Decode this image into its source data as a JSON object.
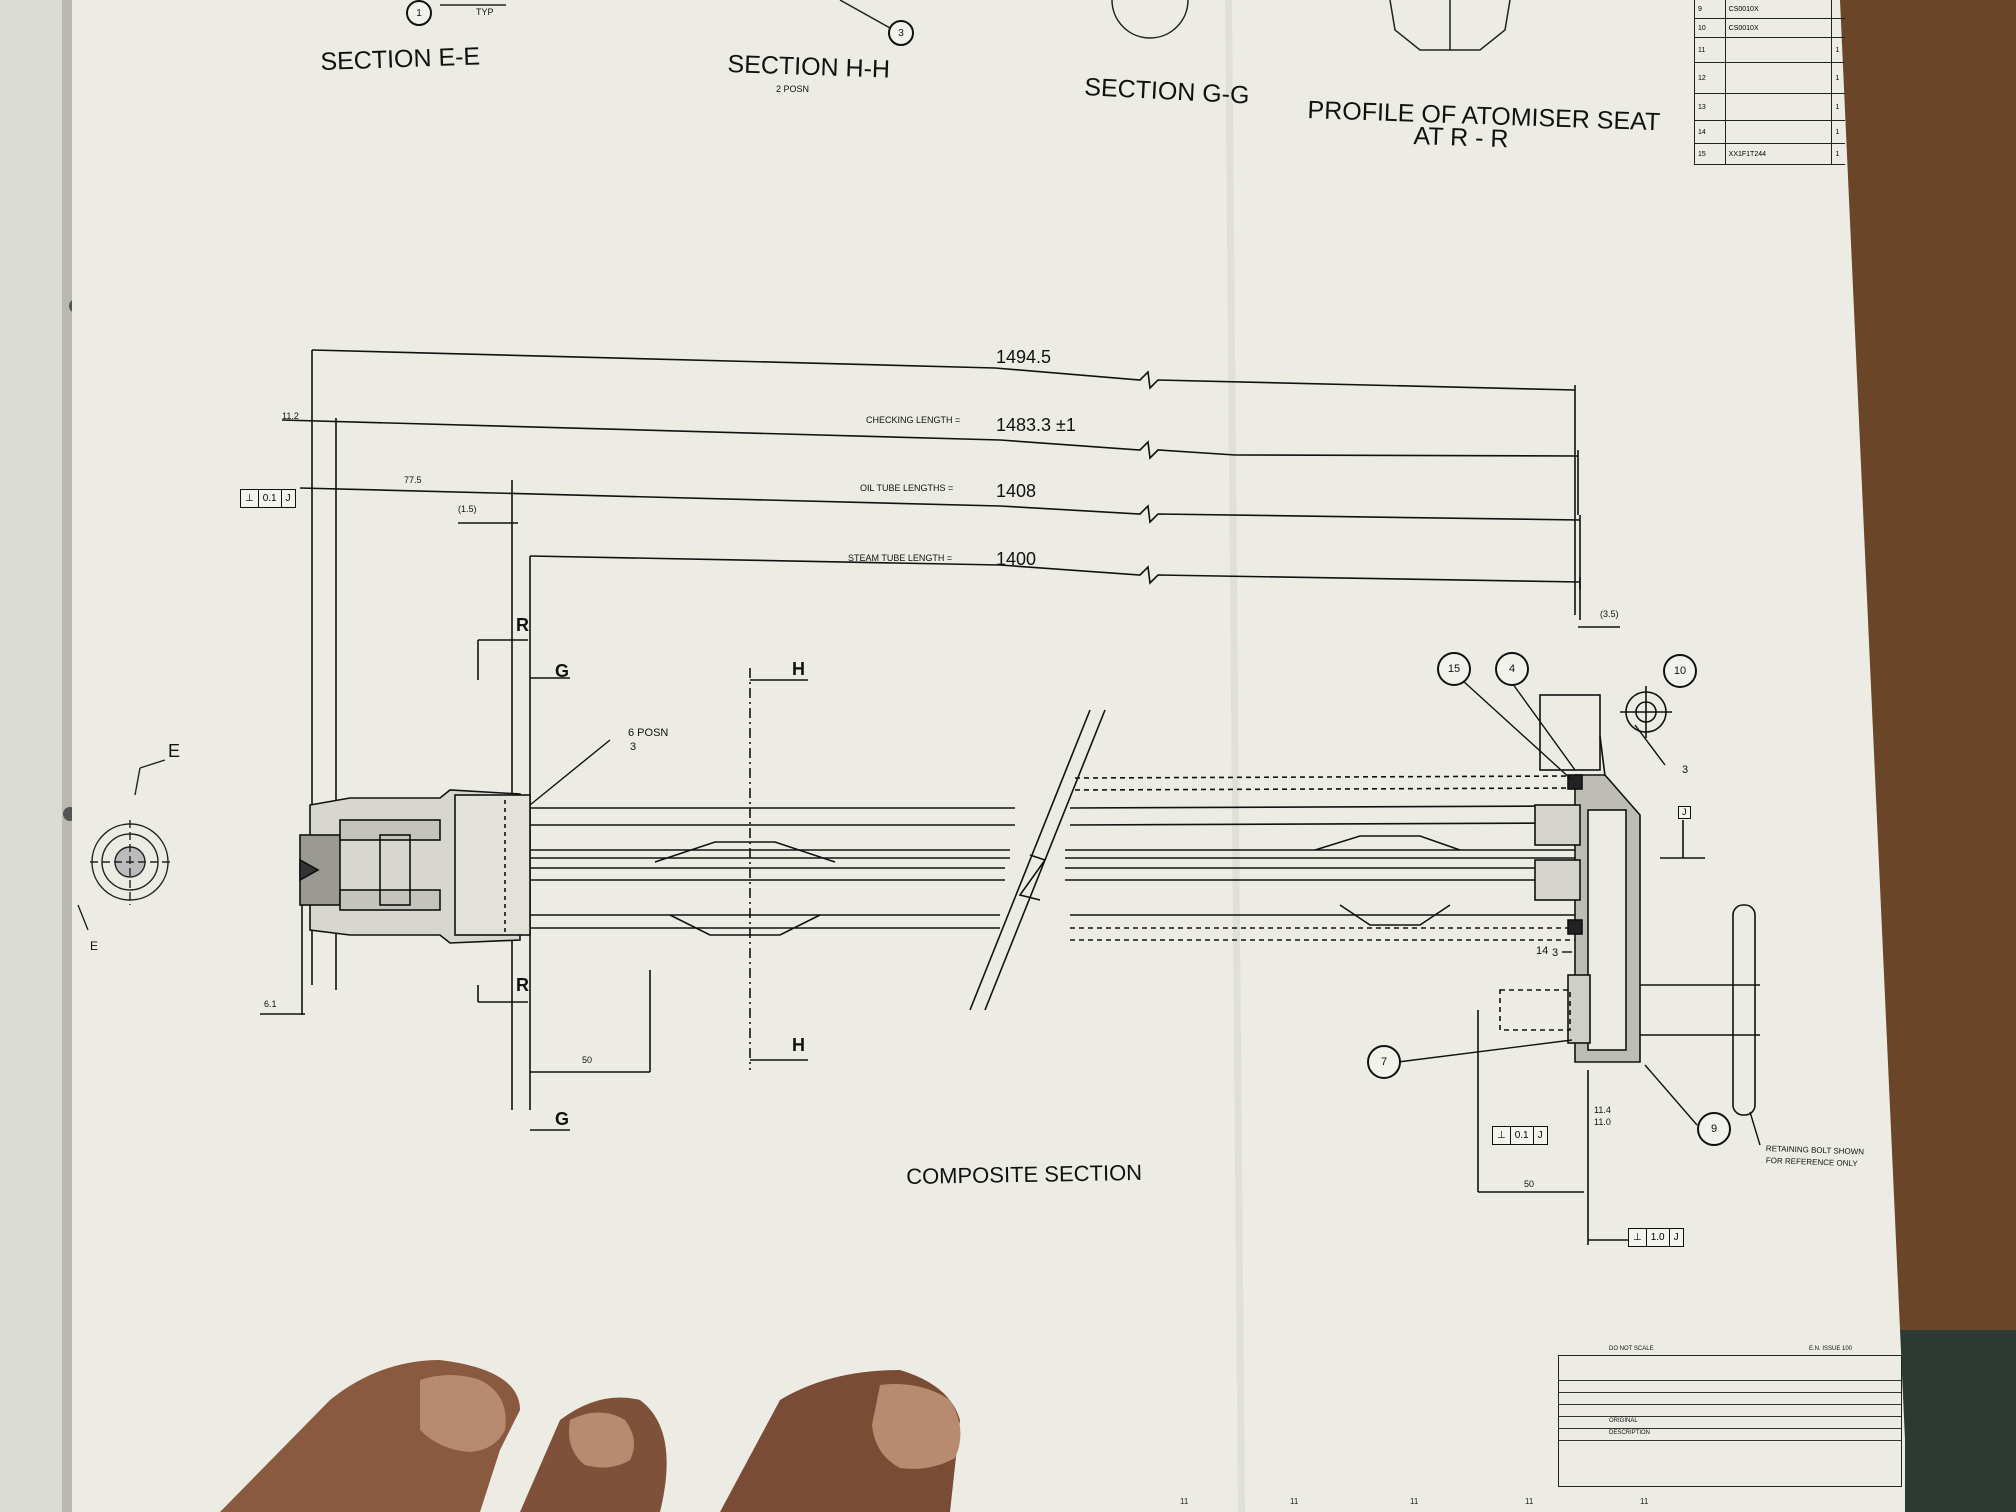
{
  "section_labels": {
    "e": "SECTION E-E",
    "h": "SECTION H-H",
    "h_sub": "2 POSN",
    "g": "SECTION G-G",
    "profile_1": "PROFILE OF ATOMISER SEAT",
    "profile_2": "AT R - R",
    "composite": "COMPOSITE SECTION"
  },
  "top_callouts": {
    "balloon_1": "1",
    "typ": "TYP",
    "balloon_3": "3"
  },
  "dimensions": {
    "overall": "1494.5",
    "checking_label": "CHECKING LENGTH =",
    "checking_value": "1483.3 ±1",
    "oil_label": "OIL TUBE LENGTHS =",
    "oil_value": "1408",
    "steam_label": "STEAM TUBE LENGTH =",
    "steam_value": "1400",
    "d_11_2": "11.2",
    "d_77_5": "77.5",
    "d_1_5": "(1.5)",
    "d_3_5": "(3.5)",
    "d_6_1": "6.1",
    "d_50_left": "50",
    "d_50_right": "50",
    "d_11_4": "11.4",
    "d_11_0": "11.0"
  },
  "section_marks": {
    "r": "R",
    "g": "G",
    "h": "H",
    "e": "E",
    "j": "J"
  },
  "weld": {
    "posn": "6 POSN",
    "size": "3",
    "size_right": "3",
    "size_14": "14",
    "size_14b": "3"
  },
  "fcf": {
    "left": [
      "⊥",
      "0.1",
      "J"
    ],
    "right_1": [
      "⊥",
      "0.1",
      "J"
    ],
    "right_2": [
      "⊥",
      "1.0",
      "J"
    ]
  },
  "balloons": [
    "15",
    "4",
    "10",
    "7",
    "9"
  ],
  "notes": {
    "retaining_1": "RETAINING BOLT SHOWN",
    "retaining_2": "FOR REFERENCE ONLY"
  },
  "bom": [
    {
      "item": "9",
      "desc": "CS0010X",
      "qty": ""
    },
    {
      "item": "10",
      "desc": "CS0010X",
      "qty": ""
    },
    {
      "item": "11",
      "desc": "",
      "qty": "1"
    },
    {
      "item": "12",
      "desc": "",
      "qty": "1"
    },
    {
      "item": "13",
      "desc": "",
      "qty": "1"
    },
    {
      "item": "14",
      "desc": "",
      "qty": "1"
    },
    {
      "item": "15",
      "desc": "XX1F1T244",
      "qty": "1"
    }
  ],
  "title_block": {
    "do_not_scale": "DO NOT SCALE",
    "ref": "E.N. ISSUE 100",
    "issue": "ORIGINAL",
    "desc_label": "DESCRIPTION"
  },
  "sheet_ticks": [
    "11",
    "11",
    "11",
    "11",
    "11"
  ],
  "colors": {
    "paper": "#ededE6",
    "ink": "#111111",
    "desk": "#5a3a24",
    "skin": "#8a5a40"
  }
}
